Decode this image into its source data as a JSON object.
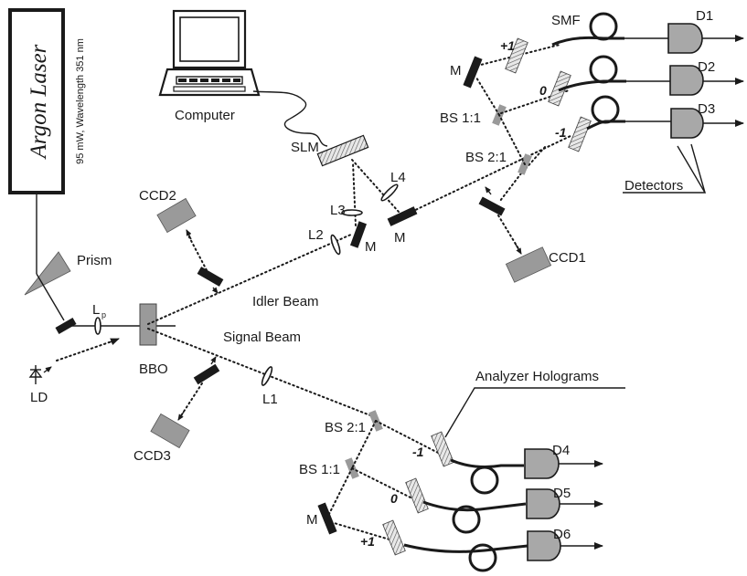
{
  "labels": {
    "laser_name": "Argon Laser",
    "laser_spec": "95 mW, Wavelength 351 nm",
    "computer": "Computer",
    "slm": "SLM",
    "smf": "SMF",
    "d1": "D1",
    "d2": "D2",
    "d3": "D3",
    "d4": "D4",
    "d5": "D5",
    "d6": "D6",
    "detectors": "Detectors",
    "order_p1_top": "+1",
    "order_0_top": "0",
    "order_m1_top": "-1",
    "order_m1_bot": "-1",
    "order_0_bot": "0",
    "order_p1_bot": "+1",
    "m_top": "M",
    "m_mid1": "M",
    "m_mid2": "M",
    "m_bot": "M",
    "bs11_top": "BS 1:1",
    "bs21_top": "BS 2:1",
    "bs21_bot": "BS 2:1",
    "bs11_bot": "BS 1:1",
    "l4": "L4",
    "l3": "L3",
    "l2": "L2",
    "l1": "L1",
    "lp": "L",
    "lp_sub": "p",
    "ccd1": "CCD1",
    "ccd2": "CCD2",
    "ccd3": "CCD3",
    "prism": "Prism",
    "idler": "Idler Beam",
    "signal": "Signal Beam",
    "bbo": "BBO",
    "ld": "LD",
    "analyzer": "Analyzer Holograms"
  },
  "colors": {
    "ink": "#1a1a1a",
    "gray": "#9a9a9a",
    "detector": "#a8a8a8"
  }
}
